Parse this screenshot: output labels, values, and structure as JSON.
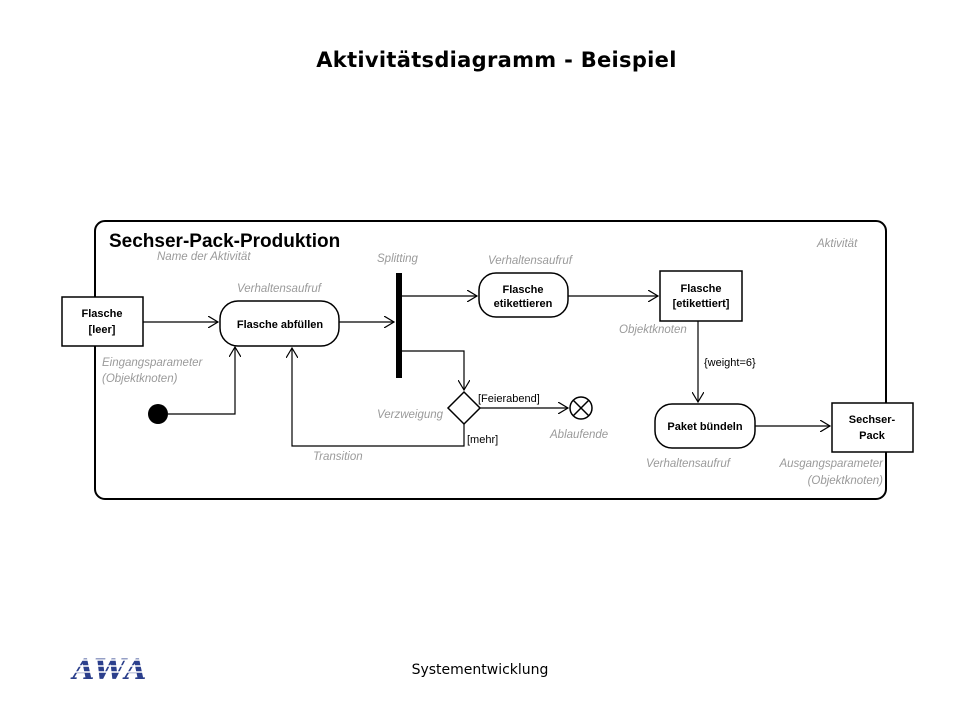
{
  "slide": {
    "title": "Aktivitätsdiagramm - Beispiel",
    "footer": "Systementwicklung",
    "logo_text": "AWA"
  },
  "diagram": {
    "frame_title": "Sechser-Pack-Produktion",
    "frame_kind": "Aktivität",
    "annotations": {
      "activity_name": "Name der Aktivität",
      "call_behavior_1": "Verhaltensaufruf",
      "splitting": "Splitting",
      "call_behavior_2": "Verhaltensaufruf",
      "input_param_1": "Eingangsparameter",
      "input_param_2": "(Objektknoten)",
      "object_node": "Objektknoten",
      "decision": "Verzweigung",
      "flow_final": "Ablaufende",
      "transition": "Transition",
      "call_behavior_3": "Verhaltensaufruf",
      "output_param_1": "Ausgangsparameter",
      "output_param_2": "(Objektknoten)"
    },
    "nodes": {
      "input_line1": "Flasche",
      "input_line2": "[leer]",
      "fill_action": "Flasche abfüllen",
      "label_action_line1": "Flasche",
      "label_action_line2": "etikettieren",
      "labeled_line1": "Flasche",
      "labeled_line2": "[etikettiert]",
      "bundle_action": "Paket bündeln",
      "output_line1": "Sechser-",
      "output_line2": "Pack"
    },
    "guards": {
      "feierabend": "[Feierabend]",
      "mehr": "[mehr]",
      "weight": "{weight=6}"
    }
  }
}
